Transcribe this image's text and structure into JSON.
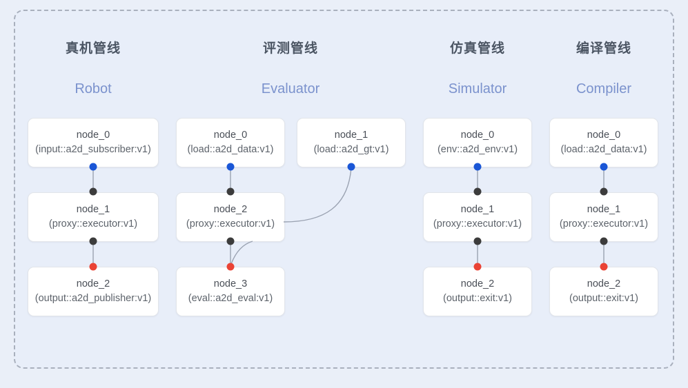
{
  "frame": {
    "border_style": "dashed",
    "border_color": "#a9b0bd",
    "background": "#e8eef9"
  },
  "palette": {
    "page_background": "#eaeff8",
    "node_background": "#ffffff",
    "node_border": "#e2e5ea",
    "title_color": "#4b5563",
    "subtitle_color": "#7b92cd",
    "port_input_blue": "#1a56d6",
    "port_black": "#3c3c3c",
    "port_output_red": "#ea4335",
    "edge_color": "#9aa2b1"
  },
  "columns": [
    {
      "id": "robot",
      "title": "真机管线",
      "subtitle": "Robot",
      "nodes": [
        {
          "id": "node_0",
          "type": "(input::a2d_subscriber:v1)"
        },
        {
          "id": "node_1",
          "type": "(proxy::executor:v1)"
        },
        {
          "id": "node_2",
          "type": "(output::a2d_publisher:v1)"
        }
      ]
    },
    {
      "id": "evaluator",
      "title": "评测管线",
      "subtitle": "Evaluator",
      "nodes": [
        {
          "id": "node_0",
          "type": "(load::a2d_data:v1)"
        },
        {
          "id": "node_1",
          "type": "(load::a2d_gt:v1)"
        },
        {
          "id": "node_2",
          "type": "(proxy::executor:v1)"
        },
        {
          "id": "node_3",
          "type": "(eval::a2d_eval:v1)"
        }
      ]
    },
    {
      "id": "simulator",
      "title": "仿真管线",
      "subtitle": "Simulator",
      "nodes": [
        {
          "id": "node_0",
          "type": "(env::a2d_env:v1)"
        },
        {
          "id": "node_1",
          "type": "(proxy::executor:v1)"
        },
        {
          "id": "node_2",
          "type": "(output::exit:v1)"
        }
      ]
    },
    {
      "id": "compiler",
      "title": "编译管线",
      "subtitle": "Compiler",
      "nodes": [
        {
          "id": "node_0",
          "type": "(load::a2d_data:v1)"
        },
        {
          "id": "node_1",
          "type": "(proxy::executor:v1)"
        },
        {
          "id": "node_2",
          "type": "(output::exit:v1)"
        }
      ]
    }
  ]
}
